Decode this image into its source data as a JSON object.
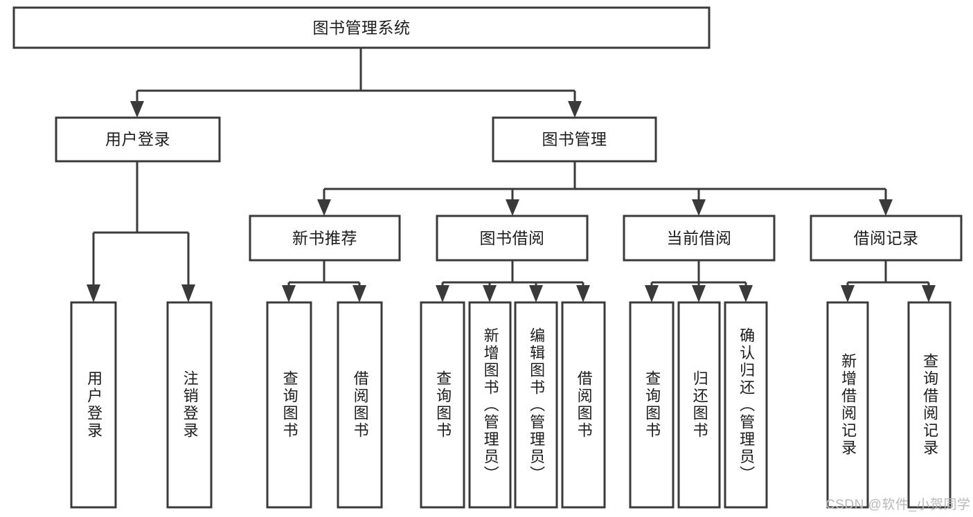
{
  "diagram": {
    "title": "图书管理系统",
    "type": "tree-hierarchy-chart",
    "watermark": "CSDN @软件_小贺同学",
    "colors": {
      "box_stroke": "#3a3a3c",
      "box_fill": "#ffffff",
      "text": "#1c1c1e",
      "background": "#ffffff",
      "watermark": "#b9b9bb"
    },
    "root": {
      "label": "图书管理系统"
    },
    "level2": [
      {
        "label": "用户登录"
      },
      {
        "label": "图书管理"
      }
    ],
    "level3": [
      {
        "label": "新书推荐"
      },
      {
        "label": "图书借阅"
      },
      {
        "label": "当前借阅"
      },
      {
        "label": "借阅记录"
      }
    ],
    "leaves": {
      "user_login": [
        {
          "label": "用户登录"
        },
        {
          "label": "注销登录"
        }
      ],
      "new_books": [
        {
          "label": "查询图书"
        },
        {
          "label": "借阅图书"
        }
      ],
      "book_borrow": [
        {
          "label": "查询图书"
        },
        {
          "label": "新增图书（管理员）"
        },
        {
          "label": "编辑图书（管理员）"
        },
        {
          "label": "借阅图书"
        }
      ],
      "current_borrow": [
        {
          "label": "查询图书"
        },
        {
          "label": "归还图书"
        },
        {
          "label": "确认归还（管理员）"
        }
      ],
      "borrow_records": [
        {
          "label": "新增借阅记录"
        },
        {
          "label": "查询借阅记录"
        }
      ]
    }
  }
}
